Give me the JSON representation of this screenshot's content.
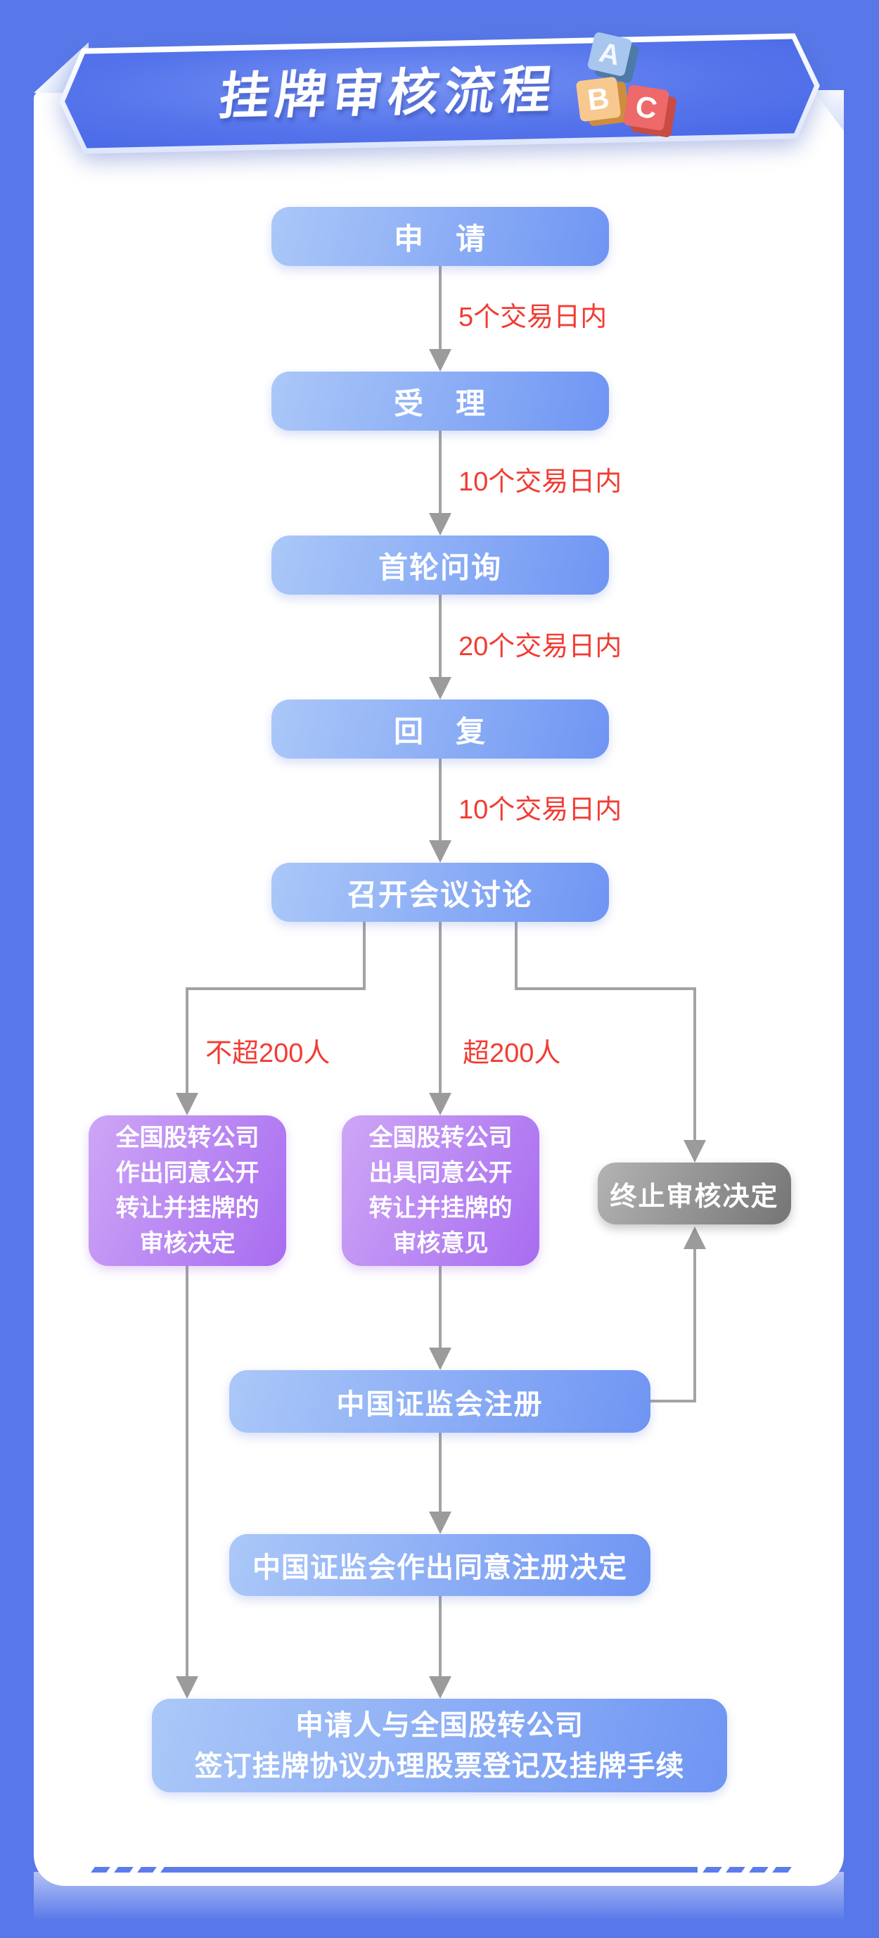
{
  "banner": {
    "title": "挂牌审核流程",
    "blocks": {
      "a": "A",
      "b": "B",
      "c": "C"
    }
  },
  "flow": {
    "steps": {
      "apply": "申　请",
      "accept": "受　理",
      "inquiry": "首轮问询",
      "reply": "回　复",
      "meeting": "召开会议讨论",
      "csrc_register": "中国证监会注册",
      "csrc_decision": "中国证监会作出同意注册决定",
      "terminate": "终止审核决定"
    },
    "purple_left": {
      "lines": [
        "全国股转公司",
        "作出同意公开",
        "转让并挂牌的",
        "审核决定"
      ]
    },
    "purple_center": {
      "lines": [
        "全国股转公司",
        "出具同意公开",
        "转让并挂牌的",
        "审核意见"
      ]
    },
    "final": {
      "lines": [
        "申请人与全国股转公司",
        "签订挂牌协议办理股票登记及挂牌手续"
      ]
    },
    "edge_labels": {
      "apply_accept": "5个交易日内",
      "accept_inquiry": "10个交易日内",
      "inquiry_reply": "20个交易日内",
      "reply_meeting": "10个交易日内",
      "branch_under200": "不超200人",
      "branch_over200": "超200人"
    }
  },
  "colors": {
    "background": "#5878e9",
    "node_blue_from": "#abc8f8",
    "node_blue_to": "#6f95f3",
    "node_purple_from": "#cda6f6",
    "node_purple_to": "#a86cf0",
    "node_gray_from": "#b3b3b3",
    "node_gray_to": "#757575",
    "edge_label_red": "#f23c33",
    "connector_gray": "#a3a3a3",
    "banner_blue": "#4766e7"
  }
}
